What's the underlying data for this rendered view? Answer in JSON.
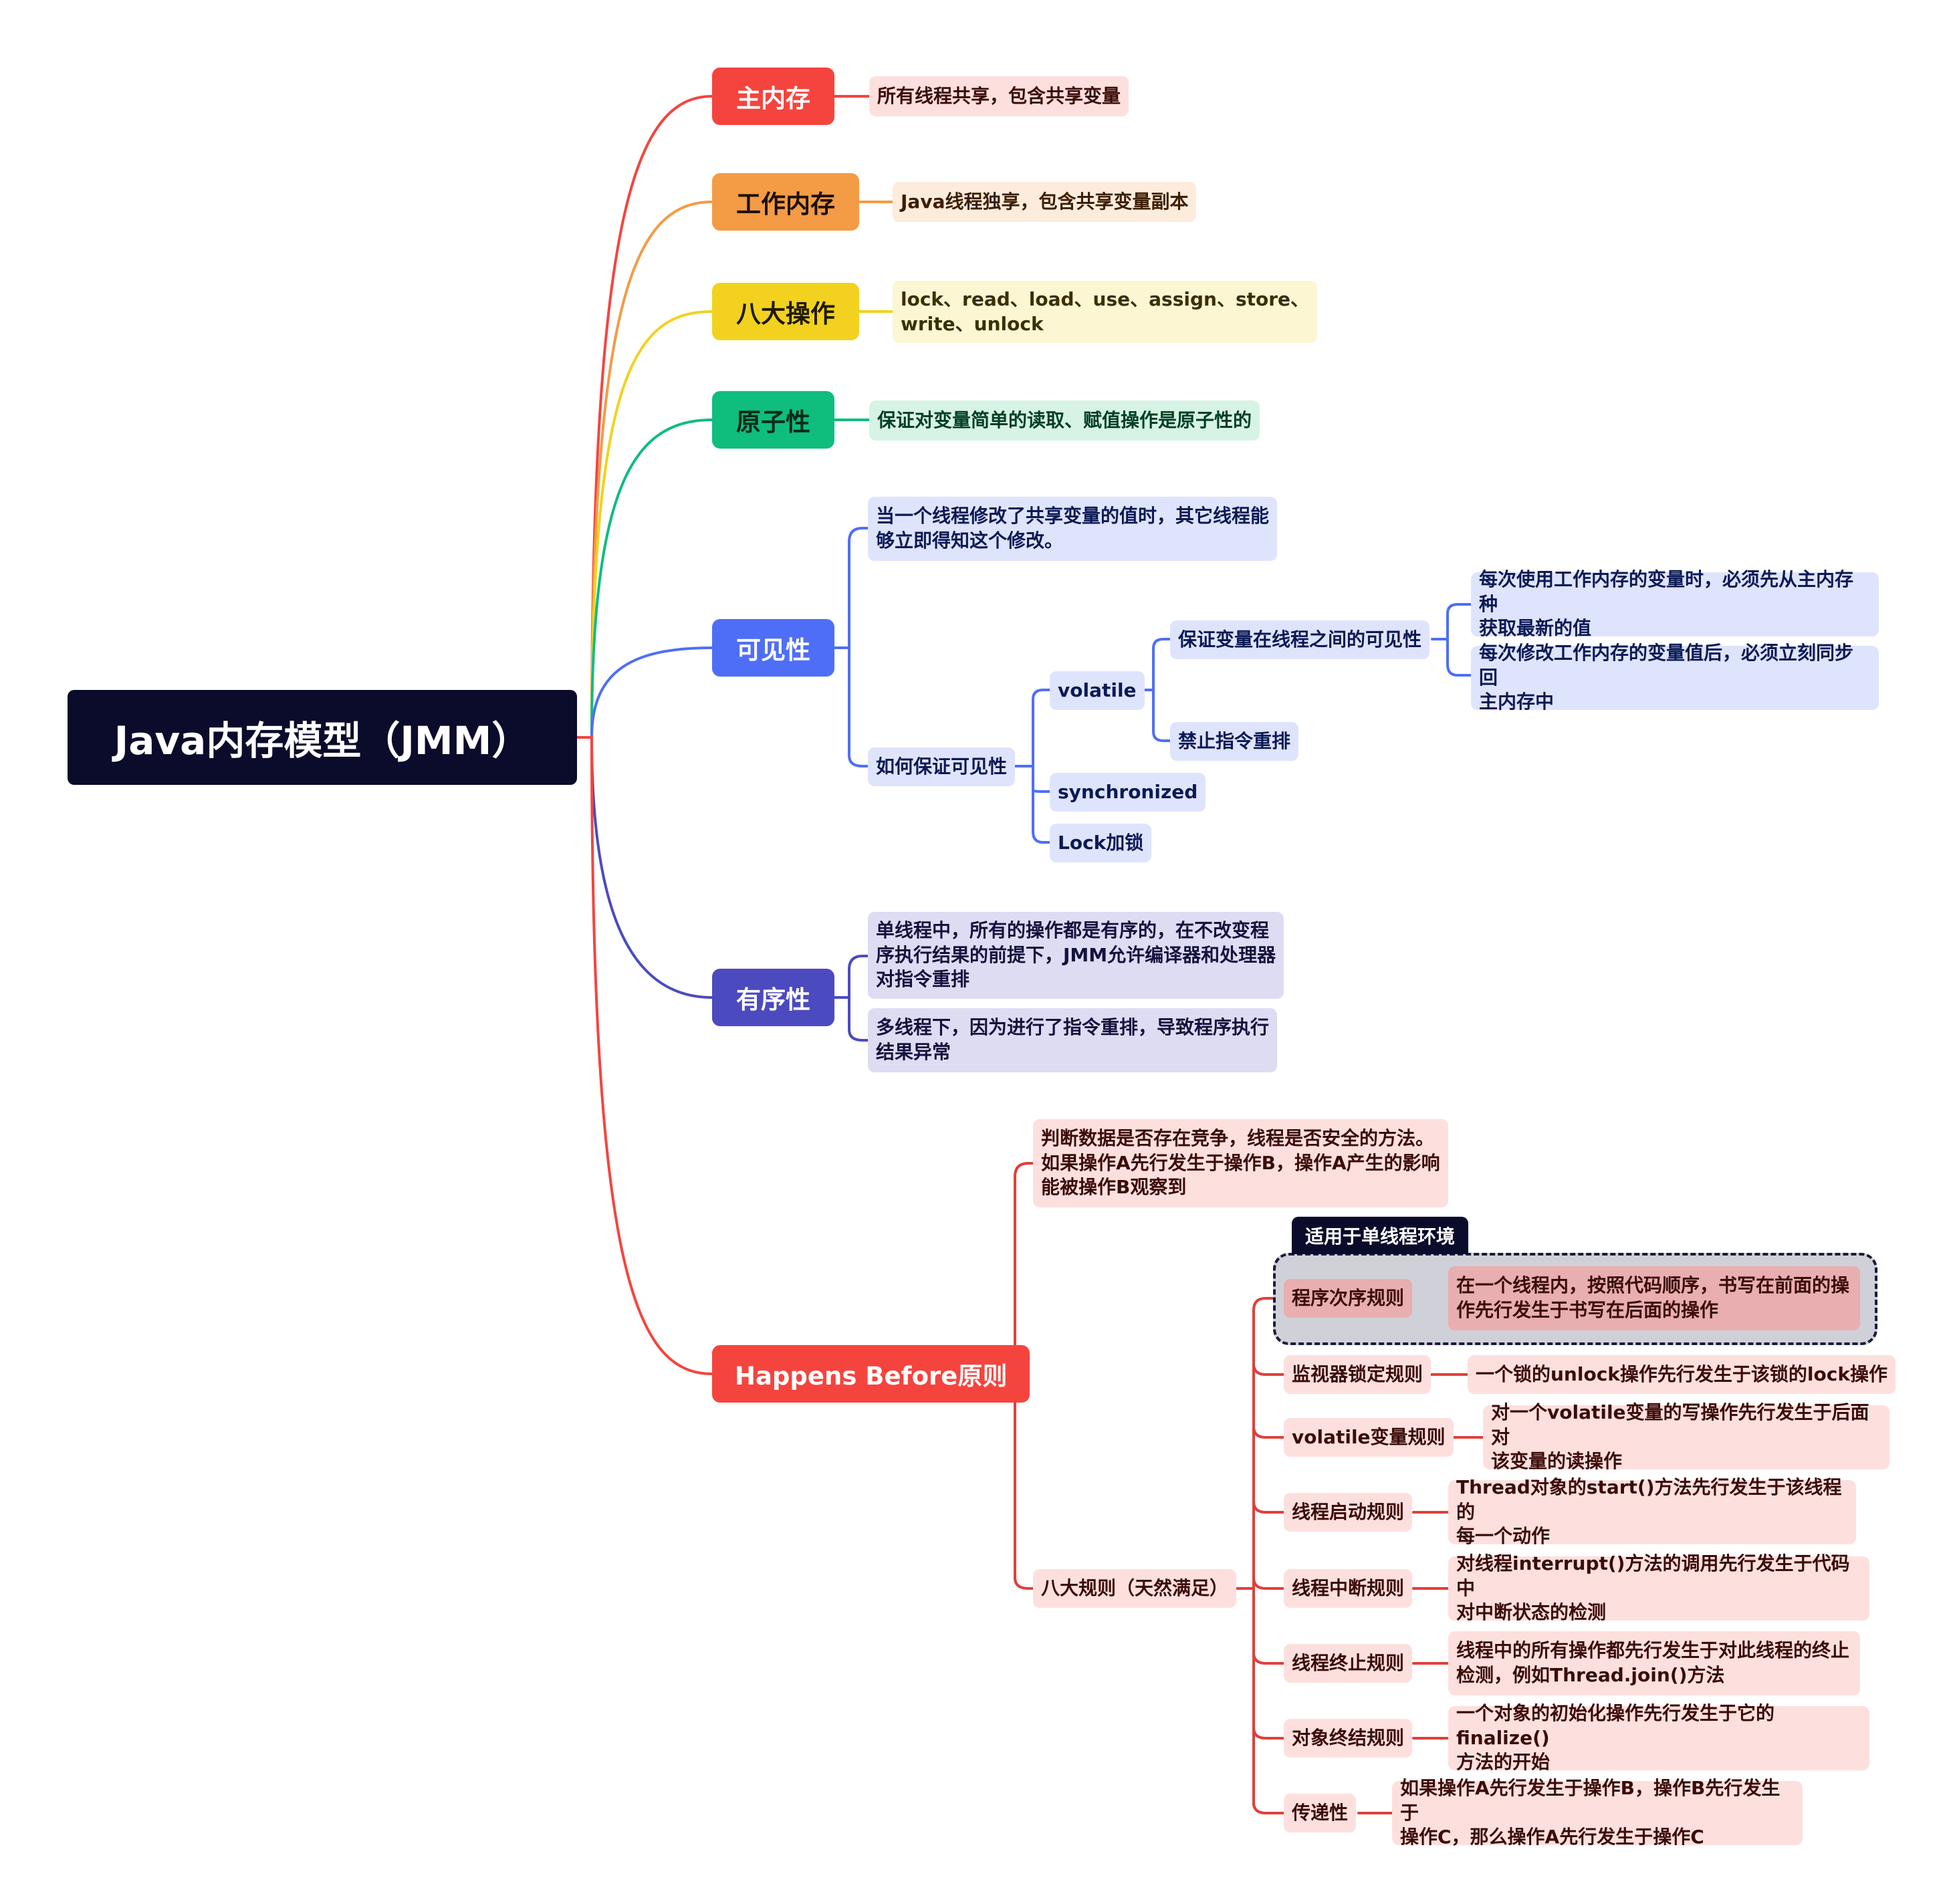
{
  "colors": {
    "root": "#0b0b2b",
    "memory": "#f5443e",
    "work": "#f49b45",
    "ops": "#f2d21e",
    "atomic": "#0fbd7d",
    "visibility": "#4f6ef7",
    "order": "#4c4abf",
    "hb": "#f5443e"
  },
  "root": {
    "title": "Java内存模型（JMM）"
  },
  "memory": {
    "label": "主内存",
    "desc": "所有线程共享，包含共享变量"
  },
  "work": {
    "label": "工作内存",
    "desc": "Java线程独享，包含共享变量副本"
  },
  "ops": {
    "label": "八大操作",
    "desc_line1": "lock、read、load、use、assign、store、",
    "desc_line2": "write、unlock"
  },
  "atomic": {
    "label": "原子性",
    "desc": "保证对变量简单的读取、赋值操作是原子性的"
  },
  "visibility": {
    "label": "可见性",
    "def_line1": "当一个线程修改了共享变量的值时，其它线程能",
    "def_line2": "够立即得知这个修改。",
    "how": "如何保证可见性",
    "volatile": "volatile",
    "guarantee": "保证变量在线程之间的可见性",
    "rule1_line1": "每次使用工作内存的变量时，必须先从主内存种",
    "rule1_line2": "获取最新的值",
    "rule2_line1": "每次修改工作内存的变量值后，必须立刻同步回",
    "rule2_line2": "主内存中",
    "no_reorder": "禁止指令重排",
    "synchronized": "synchronized",
    "lock": "Lock加锁"
  },
  "order": {
    "label": "有序性",
    "single_line1": "单线程中，所有的操作都是有序的，在不改变程",
    "single_line2": "序执行结果的前提下，JMM允许编译器和处理器",
    "single_line3": "对指令重排",
    "multi_line1": "多线程下，因为进行了指令重排，导致程序执行",
    "multi_line2": "结果异常"
  },
  "hb": {
    "label": "Happens Before原则",
    "desc_line1": "判断数据是否存在竞争，线程是否安全的方法。",
    "desc_line2": "如果操作A先行发生于操作B，操作A产生的影响",
    "desc_line3": "能被操作B观察到",
    "rules_label": "八大规则（天然满足）",
    "tag": "适用于单线程环境",
    "rules": [
      {
        "name": "程序次序规则",
        "line1": "在一个线程内，按照代码顺序，书写在前面的操",
        "line2": "作先行发生于书写在后面的操作"
      },
      {
        "name": "监视器锁定规则",
        "line1": "一个锁的unlock操作先行发生于该锁的lock操作",
        "line2": ""
      },
      {
        "name": "volatile变量规则",
        "line1": "对一个volatile变量的写操作先行发生于后面对",
        "line2": "该变量的读操作"
      },
      {
        "name": "线程启动规则",
        "line1": "Thread对象的start()方法先行发生于该线程的",
        "line2": "每一个动作"
      },
      {
        "name": "线程中断规则",
        "line1": "对线程interrupt()方法的调用先行发生于代码中",
        "line2": "对中断状态的检测"
      },
      {
        "name": "线程终止规则",
        "line1": "线程中的所有操作都先行发生于对此线程的终止",
        "line2": "检测，例如Thread.join()方法"
      },
      {
        "name": "对象终结规则",
        "line1": "一个对象的初始化操作先行发生于它的finalize()",
        "line2": "方法的开始"
      },
      {
        "name": "传递性",
        "line1": "如果操作A先行发生于操作B，操作B先行发生于",
        "line2": "操作C，那么操作A先行发生于操作C"
      }
    ]
  }
}
